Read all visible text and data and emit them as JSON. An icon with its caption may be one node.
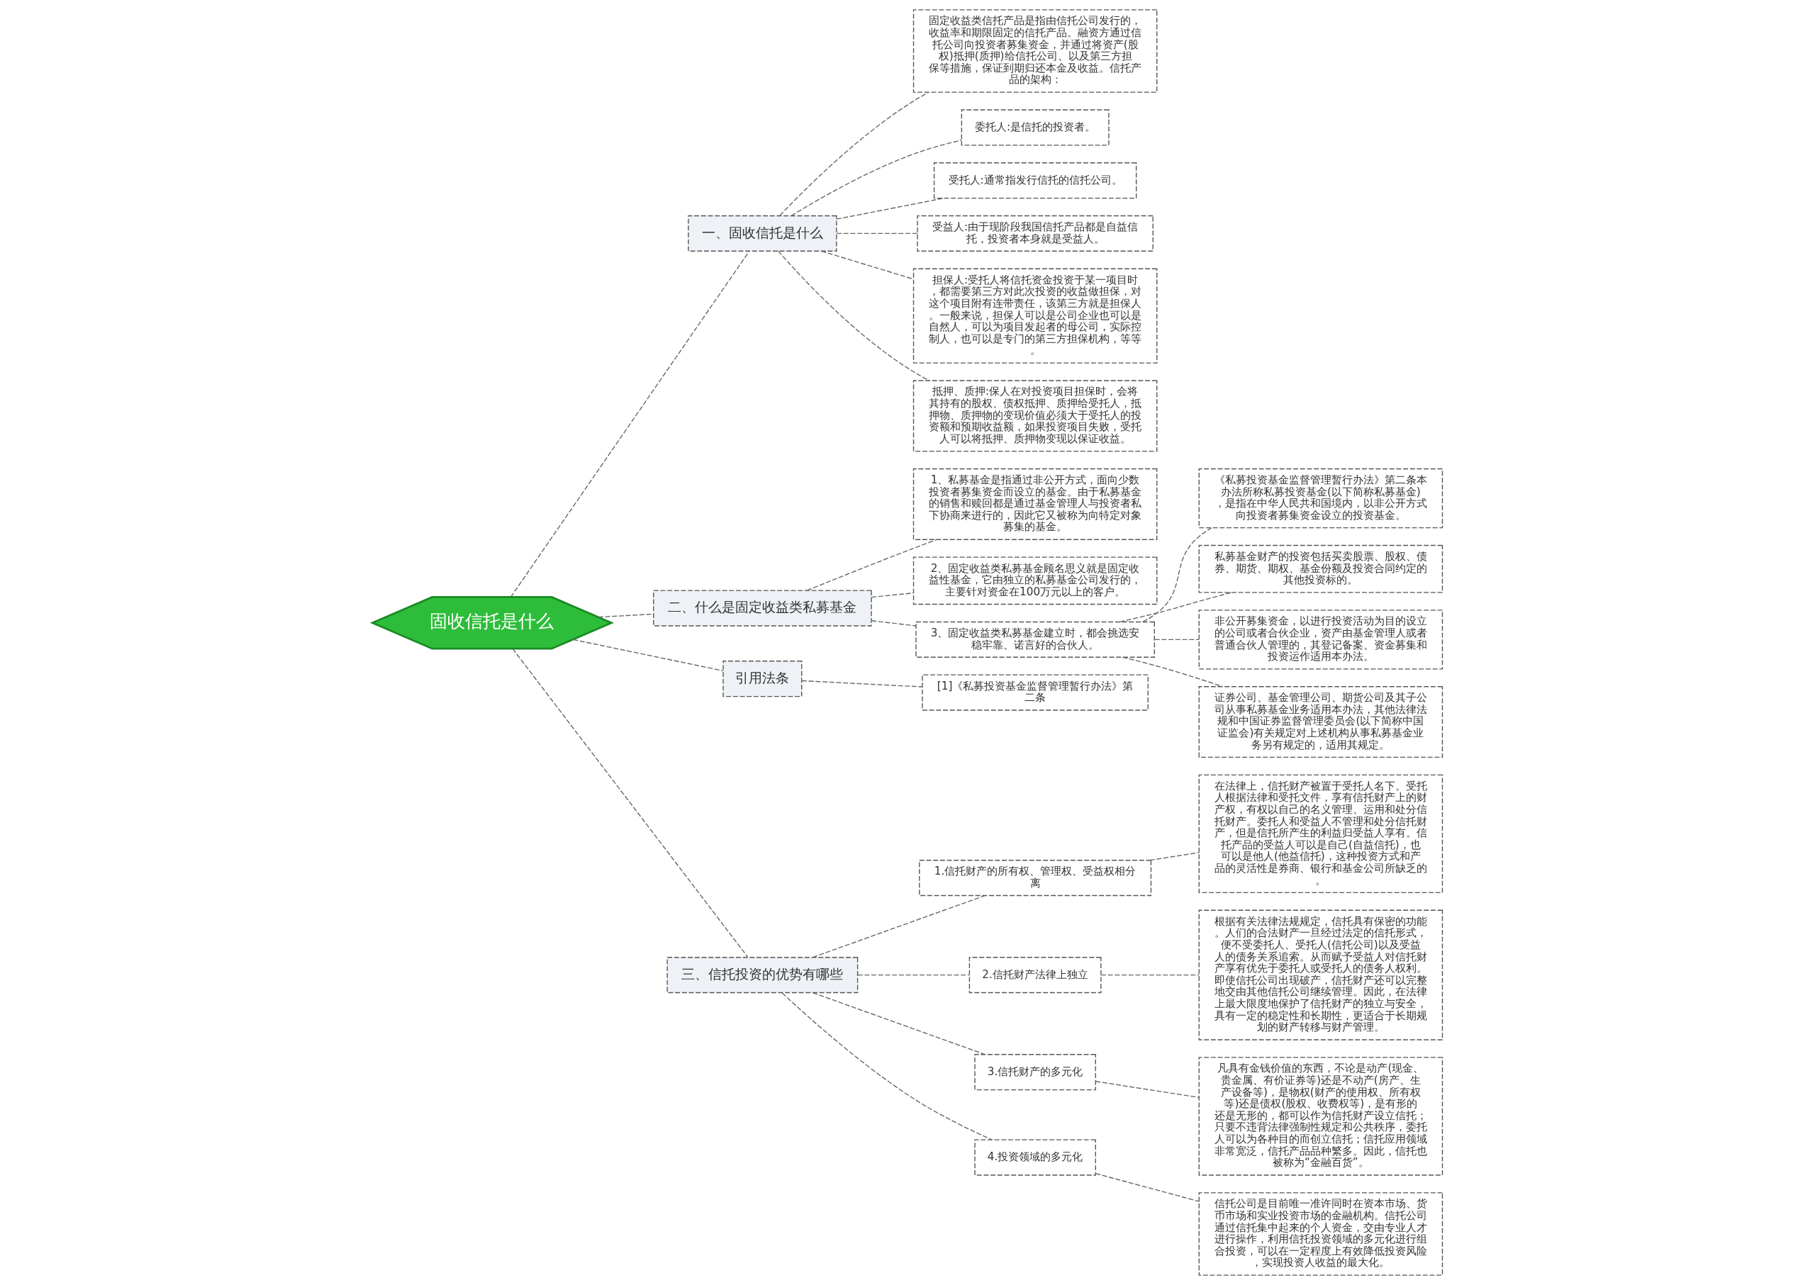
{
  "diagram": {
    "nodes": [
      {
        "text": [
          "固收信托是什么"
        ]
      },
      {
        "text": [
          "一、固收信托是什么"
        ]
      },
      {
        "text": [
          "固定收益类信托产品是指由信托公司发行的，收益率和期限固定的信托产品。融资方通过信托公司向投资者募集资金，并通过将资产(股权)抵押(质押)给信托公司、以及第三方担保等措施，保证到期归还本金及收益。信托产品的架构："
        ]
      },
      {
        "text": [
          "委托人:是信托的投资者。"
        ]
      },
      {
        "text": [
          "受托人:通常指发行信托的信托公司。"
        ]
      },
      {
        "text": [
          "受益人:由于现阶段我国信托产品都是自益信托，投资者本身就是受益人。"
        ]
      },
      {
        "text": [
          "担保人:受托人将信托资金投资于某一项目时，都需要第三方对此次投资的收益做担保，对这个项目附有连带责任，该第三方就是担保人。一般来说，担保人可以是公司企业也可以是自然人，可以为项目发起者的母公司，实际控制人，也可以是专门的第三方担保机构，等等。"
        ]
      },
      {
        "text": [
          "抵押、质押:保人在对投资项目担保时，会将其持有的股权、债权抵押、质押给受托人，抵押物、质押物的变现价值必须大于受托人的投资额和预期收益额，如果投资项目失败，受托人可以将抵押、质押物变现以保证收益。"
        ]
      },
      {
        "text": [
          "二、什么是固定收益类私募基金"
        ]
      },
      {
        "text": [
          "1、私募基金是指通过非公开方式，面向少数投资者募集资金而设立的基金。由于私募基金的销售和赎回都是通过基金管理人与投资者私下协商来进行的，因此它又被称为向特定对象募集的基金。"
        ]
      },
      {
        "text": [
          "2、固定收益类私募基金顾名思义就是固定收益性基金，它由独立的私募基金公司发行的，主要针对资金在100万元以上的客户。"
        ]
      },
      {
        "text": [
          "3、固定收益类私募基金建立时，都会挑选安稳牢靠、诺言好的合伙人。"
        ]
      },
      {
        "text": [
          "《私募投资基金监督管理暂行办法》第二条本办法所称私募投资基金(以下简称私募基金)，是指在中华人民共和国境内，以非公开方式向投资者募集资金设立的投资基金。"
        ]
      },
      {
        "text": [
          "私募基金财产的投资包括买卖股票、股权、债券、期货、期权、基金份额及投资合同约定的其他投资标的。"
        ]
      },
      {
        "text": [
          "非公开募集资金，以进行投资活动为目的设立的公司或者合伙企业，资产由基金管理人或者普通合伙人管理的，其登记备案、资金募集和投资运作适用本办法。"
        ]
      },
      {
        "text": [
          "证券公司、基金管理公司、期货公司及其子公司从事私募基金业务适用本办法，其他法律法规和中国证券监督管理委员会(以下简称中国证监会)有关规定对上述机构从事私募基金业务另有规定的，适用其规定。"
        ]
      },
      {
        "text": [
          "引用法条"
        ]
      },
      {
        "text": [
          "[1]《私募投资基金监督管理暂行办法》第二条"
        ]
      },
      {
        "text": [
          "三、信托投资的优势有哪些"
        ]
      },
      {
        "text": [
          "1.信托财产的所有权、管理权、受益权相分离"
        ]
      },
      {
        "text": [
          "在法律上，信托财产被置于受托人名下。受托人根据法律和受托文件，享有信托财产上的财产权，有权以自己的名义管理、运用和处分信托财产。委托人和受益人不管理和处分信托财产，但是信托所产生的利益归受益人享有。信托产品的受益人可以是自己(自益信托)，也可以是他人(他益信托)，这种投资方式和产品的灵活性是券商、银行和基金公司所缺乏的。"
        ]
      },
      {
        "text": [
          "2.信托财产法律上独立"
        ]
      },
      {
        "text": [
          "根据有关法律法规规定，信托具有保密的功能。人们的合法财产一旦经过法定的信托形式，便不受委托人、受托人(信托公司)以及受益人的债务关系追索。从而赋予受益人对信托财产享有优先于委托人或受托人的债务人权利。即使信托公司出现破产，信托财产还可以完整地交由其他信托公司继续管理。因此，在法律上最大限度地保护了信托财产的独立与安全，具有一定的稳定性和长期性，更适合于长期规划的财产转移与财产管理。"
        ]
      },
      {
        "text": [
          "3.信托财产的多元化"
        ]
      },
      {
        "text": [
          "凡具有金钱价值的东西，不论是动产(现金、贵金属、有价证券等)还是不动产(房产、生产设备等)，是物权(财产的使用权、所有权等)还是债权(股权、收费权等)，是有形的还是无形的，都可以作为信托财产设立信托；只要不违背法律强制性规定和公共秩序，委托人可以为各种目的而创立信托；信托应用领域非常宽泛，信托产品品种繁多。因此，信托也被称为“金融百货”。"
        ]
      },
      {
        "text": [
          "4.投资领域的多元化"
        ]
      },
      {
        "text": [
          "信托公司是目前唯一准许同时在资本市场、货币市场和实业投资市场的金融机构。信托公司通过信托集中起来的个人资金，交由专业人才进行操作，利用信托投资领域的多元化进行组合投资，可以在一定程度上有效降低投资风险，实现投资人收益的最大化。"
        ]
      }
    ],
    "edges": [
      {
        "from": 0,
        "to": 1,
        "arrow": "none",
        "style": "dashed"
      },
      {
        "from": 1,
        "to": 2,
        "arrow": "none",
        "style": "dashed"
      },
      {
        "from": 1,
        "to": 3,
        "arrow": "none",
        "style": "dashed"
      },
      {
        "from": 1,
        "to": 4,
        "arrow": "none",
        "style": "dashed"
      },
      {
        "from": 1,
        "to": 5,
        "arrow": "none",
        "style": "dashed"
      },
      {
        "from": 1,
        "to": 6,
        "arrow": "none",
        "style": "dashed"
      },
      {
        "from": 1,
        "to": 7,
        "arrow": "none",
        "style": "dashed"
      },
      {
        "from": 0,
        "to": 8,
        "arrow": "none",
        "style": "dashed"
      },
      {
        "from": 8,
        "to": 9,
        "arrow": "none",
        "style": "dashed"
      },
      {
        "from": 8,
        "to": 10,
        "arrow": "none",
        "style": "dashed"
      },
      {
        "from": 8,
        "to": 11,
        "arrow": "none",
        "style": "dashed"
      },
      {
        "from": 11,
        "to": 12,
        "arrow": "none",
        "style": "dashed"
      },
      {
        "from": 11,
        "to": 13,
        "arrow": "none",
        "style": "dashed"
      },
      {
        "from": 11,
        "to": 14,
        "arrow": "none",
        "style": "dashed"
      },
      {
        "from": 11,
        "to": 15,
        "arrow": "none",
        "style": "dashed"
      },
      {
        "from": 0,
        "to": 16,
        "arrow": "none",
        "style": "dashed"
      },
      {
        "from": 16,
        "to": 17,
        "arrow": "none",
        "style": "dashed"
      },
      {
        "from": 0,
        "to": 18,
        "arrow": "none",
        "style": "dashed"
      },
      {
        "from": 18,
        "to": 19,
        "arrow": "none",
        "style": "dashed"
      },
      {
        "from": 19,
        "to": 20,
        "arrow": "none",
        "style": "dashed"
      },
      {
        "from": 18,
        "to": 21,
        "arrow": "none",
        "style": "dashed"
      },
      {
        "from": 21,
        "to": 22,
        "arrow": "none",
        "style": "dashed"
      },
      {
        "from": 18,
        "to": 23,
        "arrow": "none",
        "style": "dashed"
      },
      {
        "from": 23,
        "to": 24,
        "arrow": "none",
        "style": "dashed"
      },
      {
        "from": 18,
        "to": 25,
        "arrow": "none",
        "style": "dashed"
      },
      {
        "from": 25,
        "to": 26,
        "arrow": "none",
        "style": "dashed"
      }
    ]
  }
}
